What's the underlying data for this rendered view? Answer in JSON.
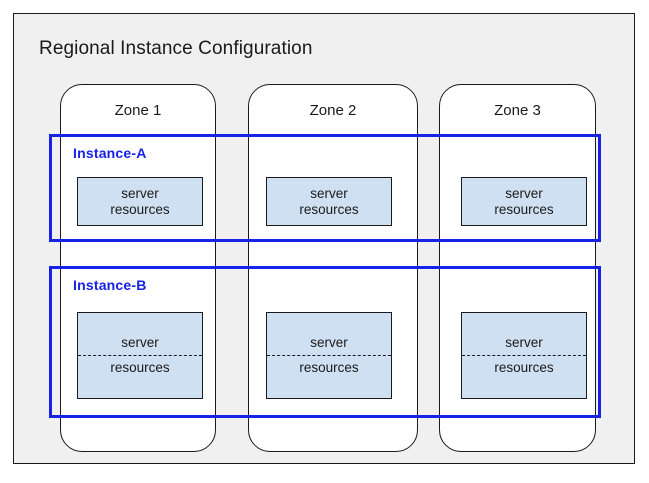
{
  "diagram": {
    "title": "Regional Instance Configuration",
    "background_color": "#f0f0f0",
    "frame_color": "#1a1a1a",
    "accent_color": "#1722e8",
    "resource_fill_color": "#cfe0f2"
  },
  "zones": [
    {
      "label": "Zone 1"
    },
    {
      "label": "Zone 2"
    },
    {
      "label": "Zone 3"
    }
  ],
  "instances": [
    {
      "label": "Instance-A",
      "resources": [
        {
          "line1": "server",
          "line2": "resources"
        },
        {
          "line1": "server",
          "line2": "resources"
        },
        {
          "line1": "server",
          "line2": "resources"
        }
      ]
    },
    {
      "label": "Instance-B",
      "resources": [
        {
          "line1": "server",
          "line2": "resources"
        },
        {
          "line1": "server",
          "line2": "resources"
        },
        {
          "line1": "server",
          "line2": "resources"
        }
      ]
    }
  ]
}
